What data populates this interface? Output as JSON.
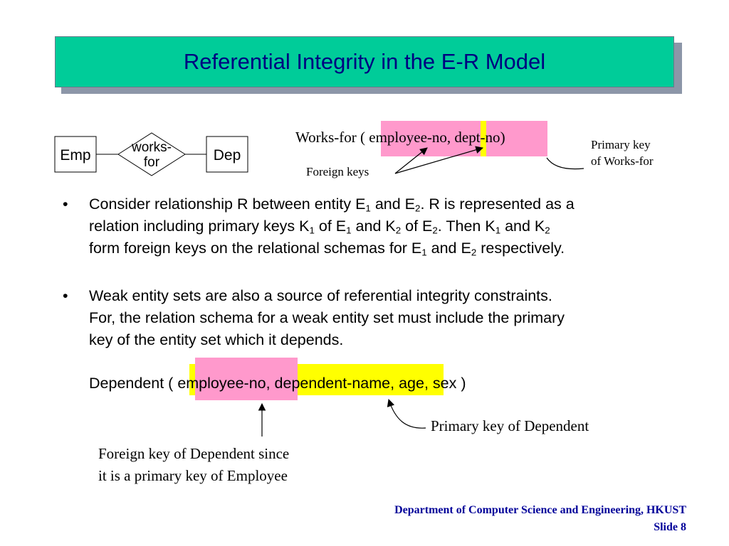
{
  "slide": {
    "title": "Referential Integrity in the E-R Model",
    "colors": {
      "banner": "#00cc99",
      "title_text": "#000080",
      "pink": "#ff99cc",
      "yellow": "#ffff00",
      "footer_text": "#000099"
    }
  },
  "er_diagram": {
    "entity_left": "Emp",
    "relationship_line1": "works-",
    "relationship_line2": "for",
    "entity_right": "Dep"
  },
  "works_for": {
    "prefix": "Works-for ( ",
    "key1": "employee-no",
    "comma": ",",
    "key2": " dept-no",
    "suffix": ")",
    "foreign_keys_label": "Foreign keys",
    "primary_key_line1": "Primary key",
    "primary_key_line2": "of Works-for"
  },
  "bullets": [
    {
      "symbol": "•",
      "lines": [
        {
          "t1": "Consider relationship R between entity E",
          "s1": "1",
          "t2": " and E",
          "s2": "2",
          "t3": ". R is represented as a"
        },
        {
          "t1": "relation including primary keys K",
          "s1": "1",
          "t2": " of E",
          "s2": "1",
          "t3": " and K",
          "s3": "2",
          "t4": " of E",
          "s4": "2",
          "t5": ". Then K",
          "s5": "1",
          "t6": " and K",
          "s6": "2"
        },
        {
          "t1": "form foreign keys on the relational schemas for E",
          "s1": "1",
          "t2": " and E",
          "s2": "2",
          "t3": " respectively."
        }
      ]
    },
    {
      "symbol": "•",
      "lines": [
        "Weak entity sets are also a source of referential integrity constraints.",
        "For, the relation schema for a weak entity set must include the primary",
        "key of the entity set which it depends."
      ]
    }
  ],
  "dependent": {
    "prefix": "Dependent ( ",
    "key1": "employee-no",
    "key2": ", dependent-name",
    "suffix": ", age, sex )",
    "primary_key_label": "Primary key of Dependent",
    "foreign_key_line1": "Foreign key of Dependent since",
    "foreign_key_line2": "it is a primary key of Employee"
  },
  "footer": {
    "department": "Department of Computer Science and Engineering, HKUST",
    "slide_number": "Slide 8"
  }
}
